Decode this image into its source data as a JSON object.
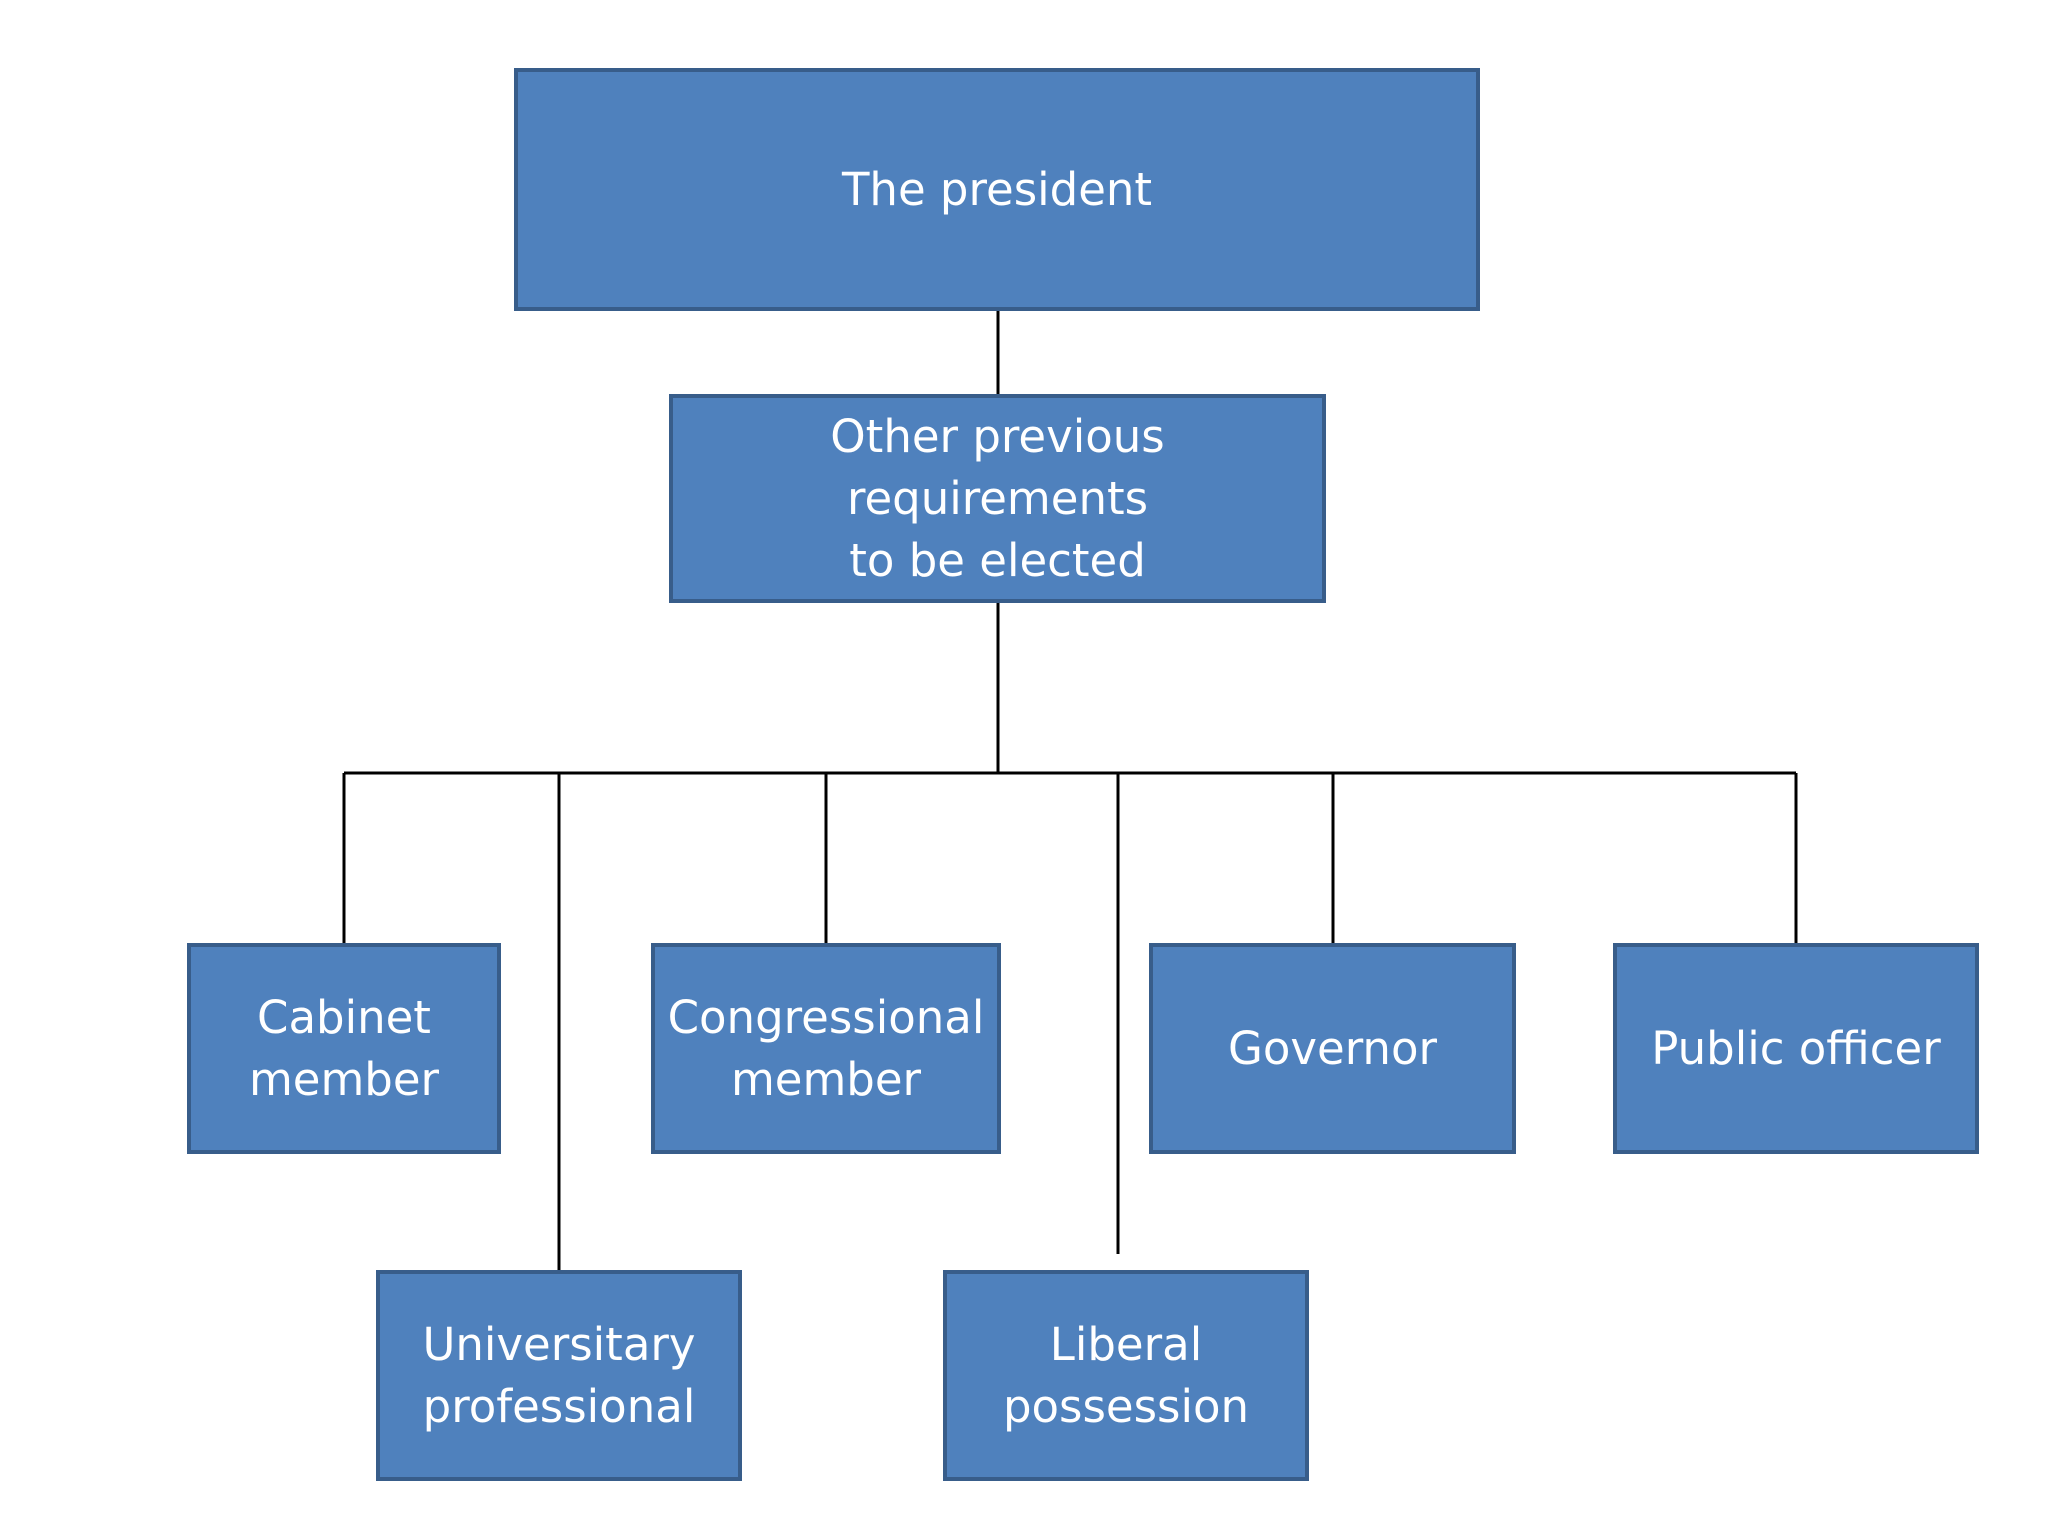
{
  "nodes": {
    "president": "The president",
    "requirements": "Other previous requirements\nto be  elected",
    "cabinet": "Cabinet\nmember",
    "congressional": "Congressional\nmember",
    "governor": "Governor",
    "public_officer": "Public officer",
    "universitary": "Universitary\nprofessional",
    "liberal": "Liberal\npossession"
  },
  "colors": {
    "box_fill": "#4f81bd",
    "box_border": "#385d8a",
    "box_text": "#ffffff",
    "connector": "#000000"
  }
}
